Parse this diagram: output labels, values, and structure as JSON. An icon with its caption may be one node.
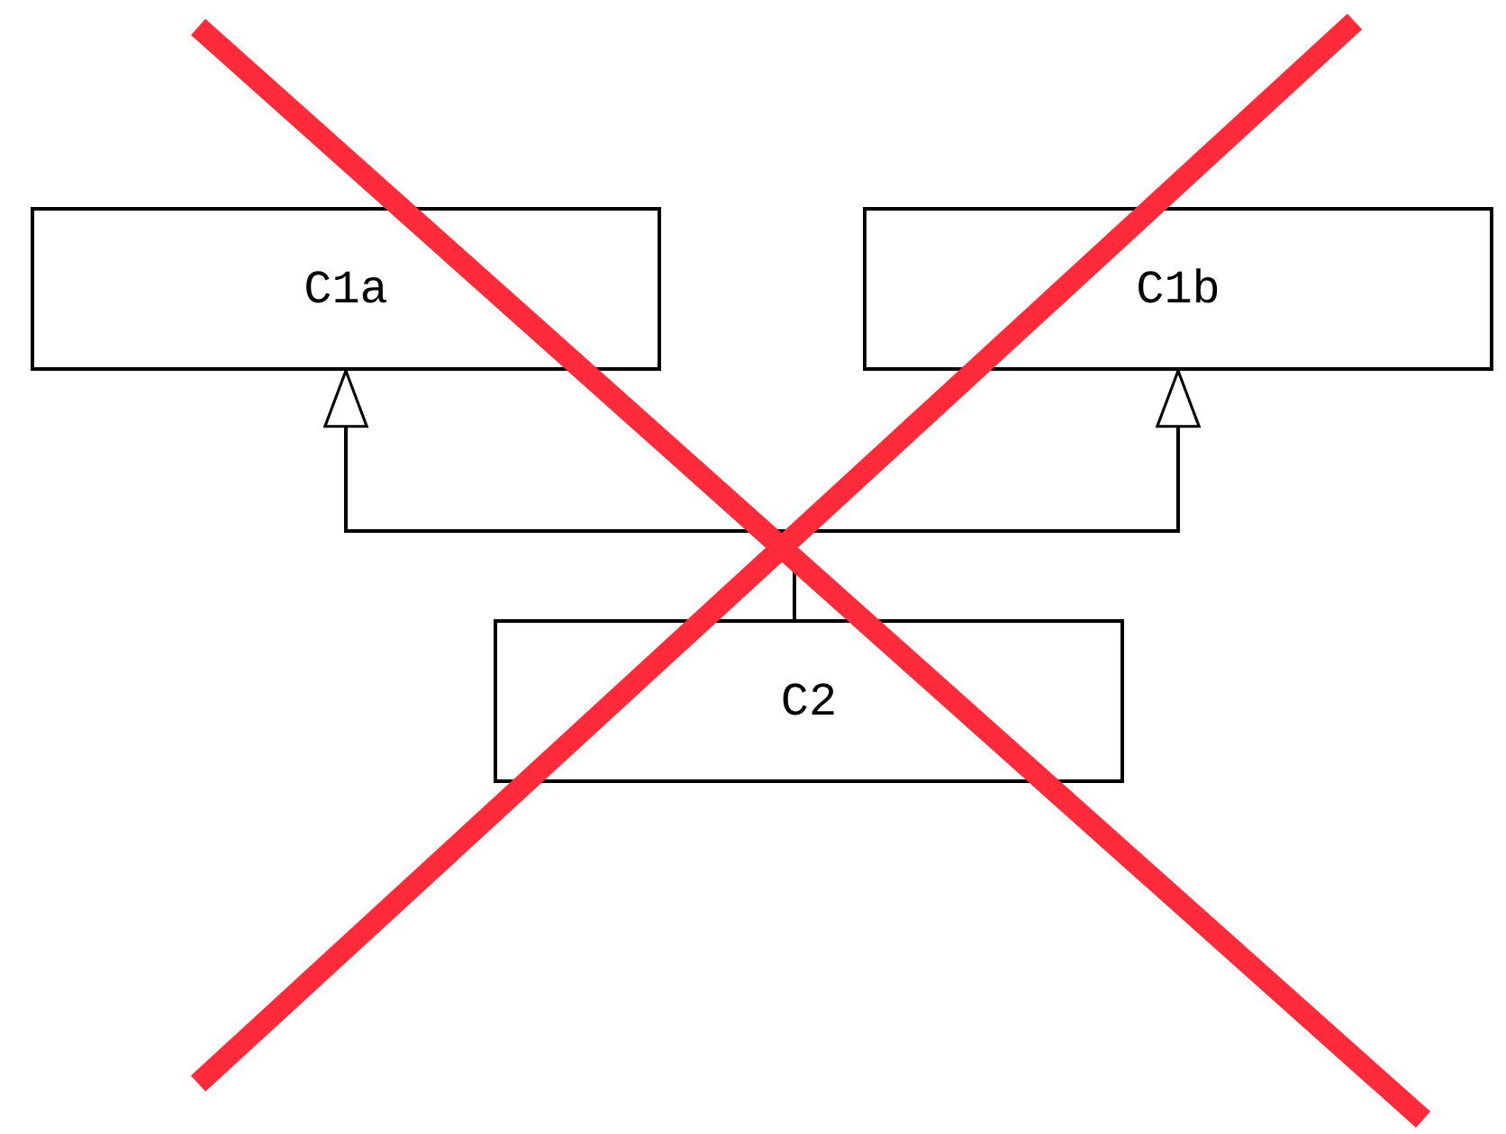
{
  "diagram": {
    "nodes": [
      {
        "text": [
          "C1a"
        ]
      },
      {
        "text": [
          "C1b"
        ]
      },
      {
        "text": [
          "C2"
        ]
      }
    ],
    "edges": [
      {
        "from": 2,
        "to": 0,
        "arrow": "to"
      },
      {
        "from": 2,
        "to": 1,
        "arrow": "to"
      }
    ]
  }
}
